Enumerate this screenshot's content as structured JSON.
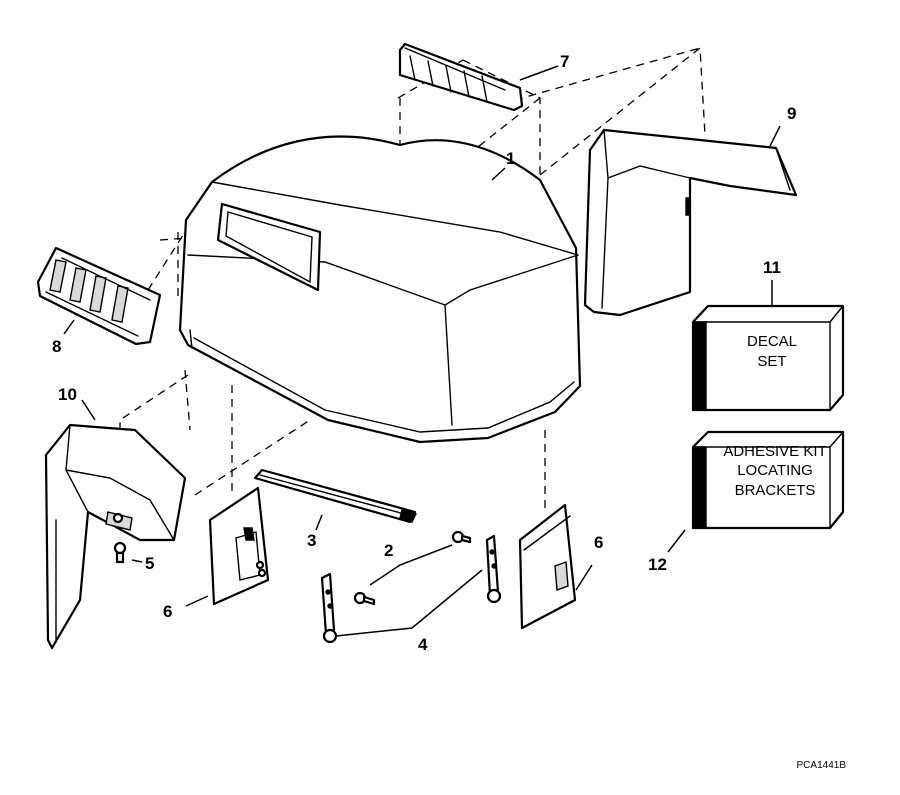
{
  "diagram": {
    "drawing_number": "PCA1441B",
    "callouts": [
      {
        "id": "1",
        "label": "1"
      },
      {
        "id": "2",
        "label": "2"
      },
      {
        "id": "3",
        "label": "3"
      },
      {
        "id": "4",
        "label": "4"
      },
      {
        "id": "5",
        "label": "5"
      },
      {
        "id": "6a",
        "label": "6"
      },
      {
        "id": "6b",
        "label": "6"
      },
      {
        "id": "7",
        "label": "7"
      },
      {
        "id": "8",
        "label": "8"
      },
      {
        "id": "9",
        "label": "9"
      },
      {
        "id": "10",
        "label": "10"
      },
      {
        "id": "11",
        "label": "11"
      },
      {
        "id": "12",
        "label": "12"
      }
    ],
    "boxes": {
      "decal_set": [
        "DECAL",
        "SET"
      ],
      "adhesive_kit": [
        "ADHESIVE KIT",
        "LOCATING",
        "BRACKETS"
      ]
    }
  }
}
